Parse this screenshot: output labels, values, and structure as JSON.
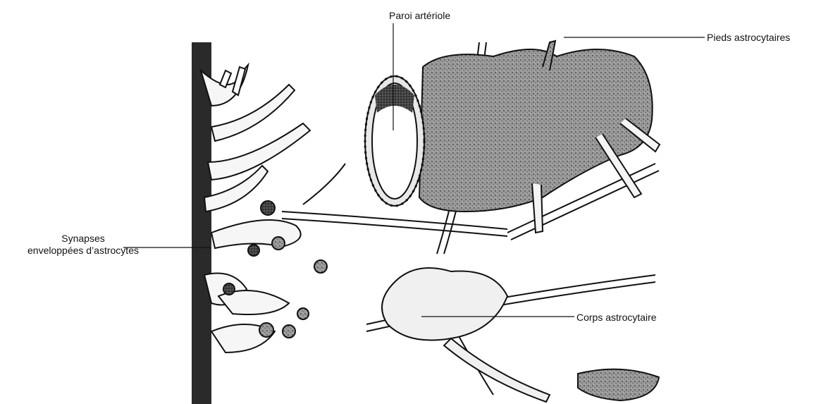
{
  "labels": {
    "paroi": "Paroi artériole",
    "pieds": "Pieds astrocytaires",
    "corps": "Corps astrocytaire",
    "synapses_line1": "Synapses",
    "synapses_line2": "enveloppées d’astrocytes"
  },
  "colors": {
    "background": "#ffffff",
    "ink": "#111111",
    "vessel_shade": "#8f8f8f",
    "process_fill": "#f4f4f4"
  }
}
